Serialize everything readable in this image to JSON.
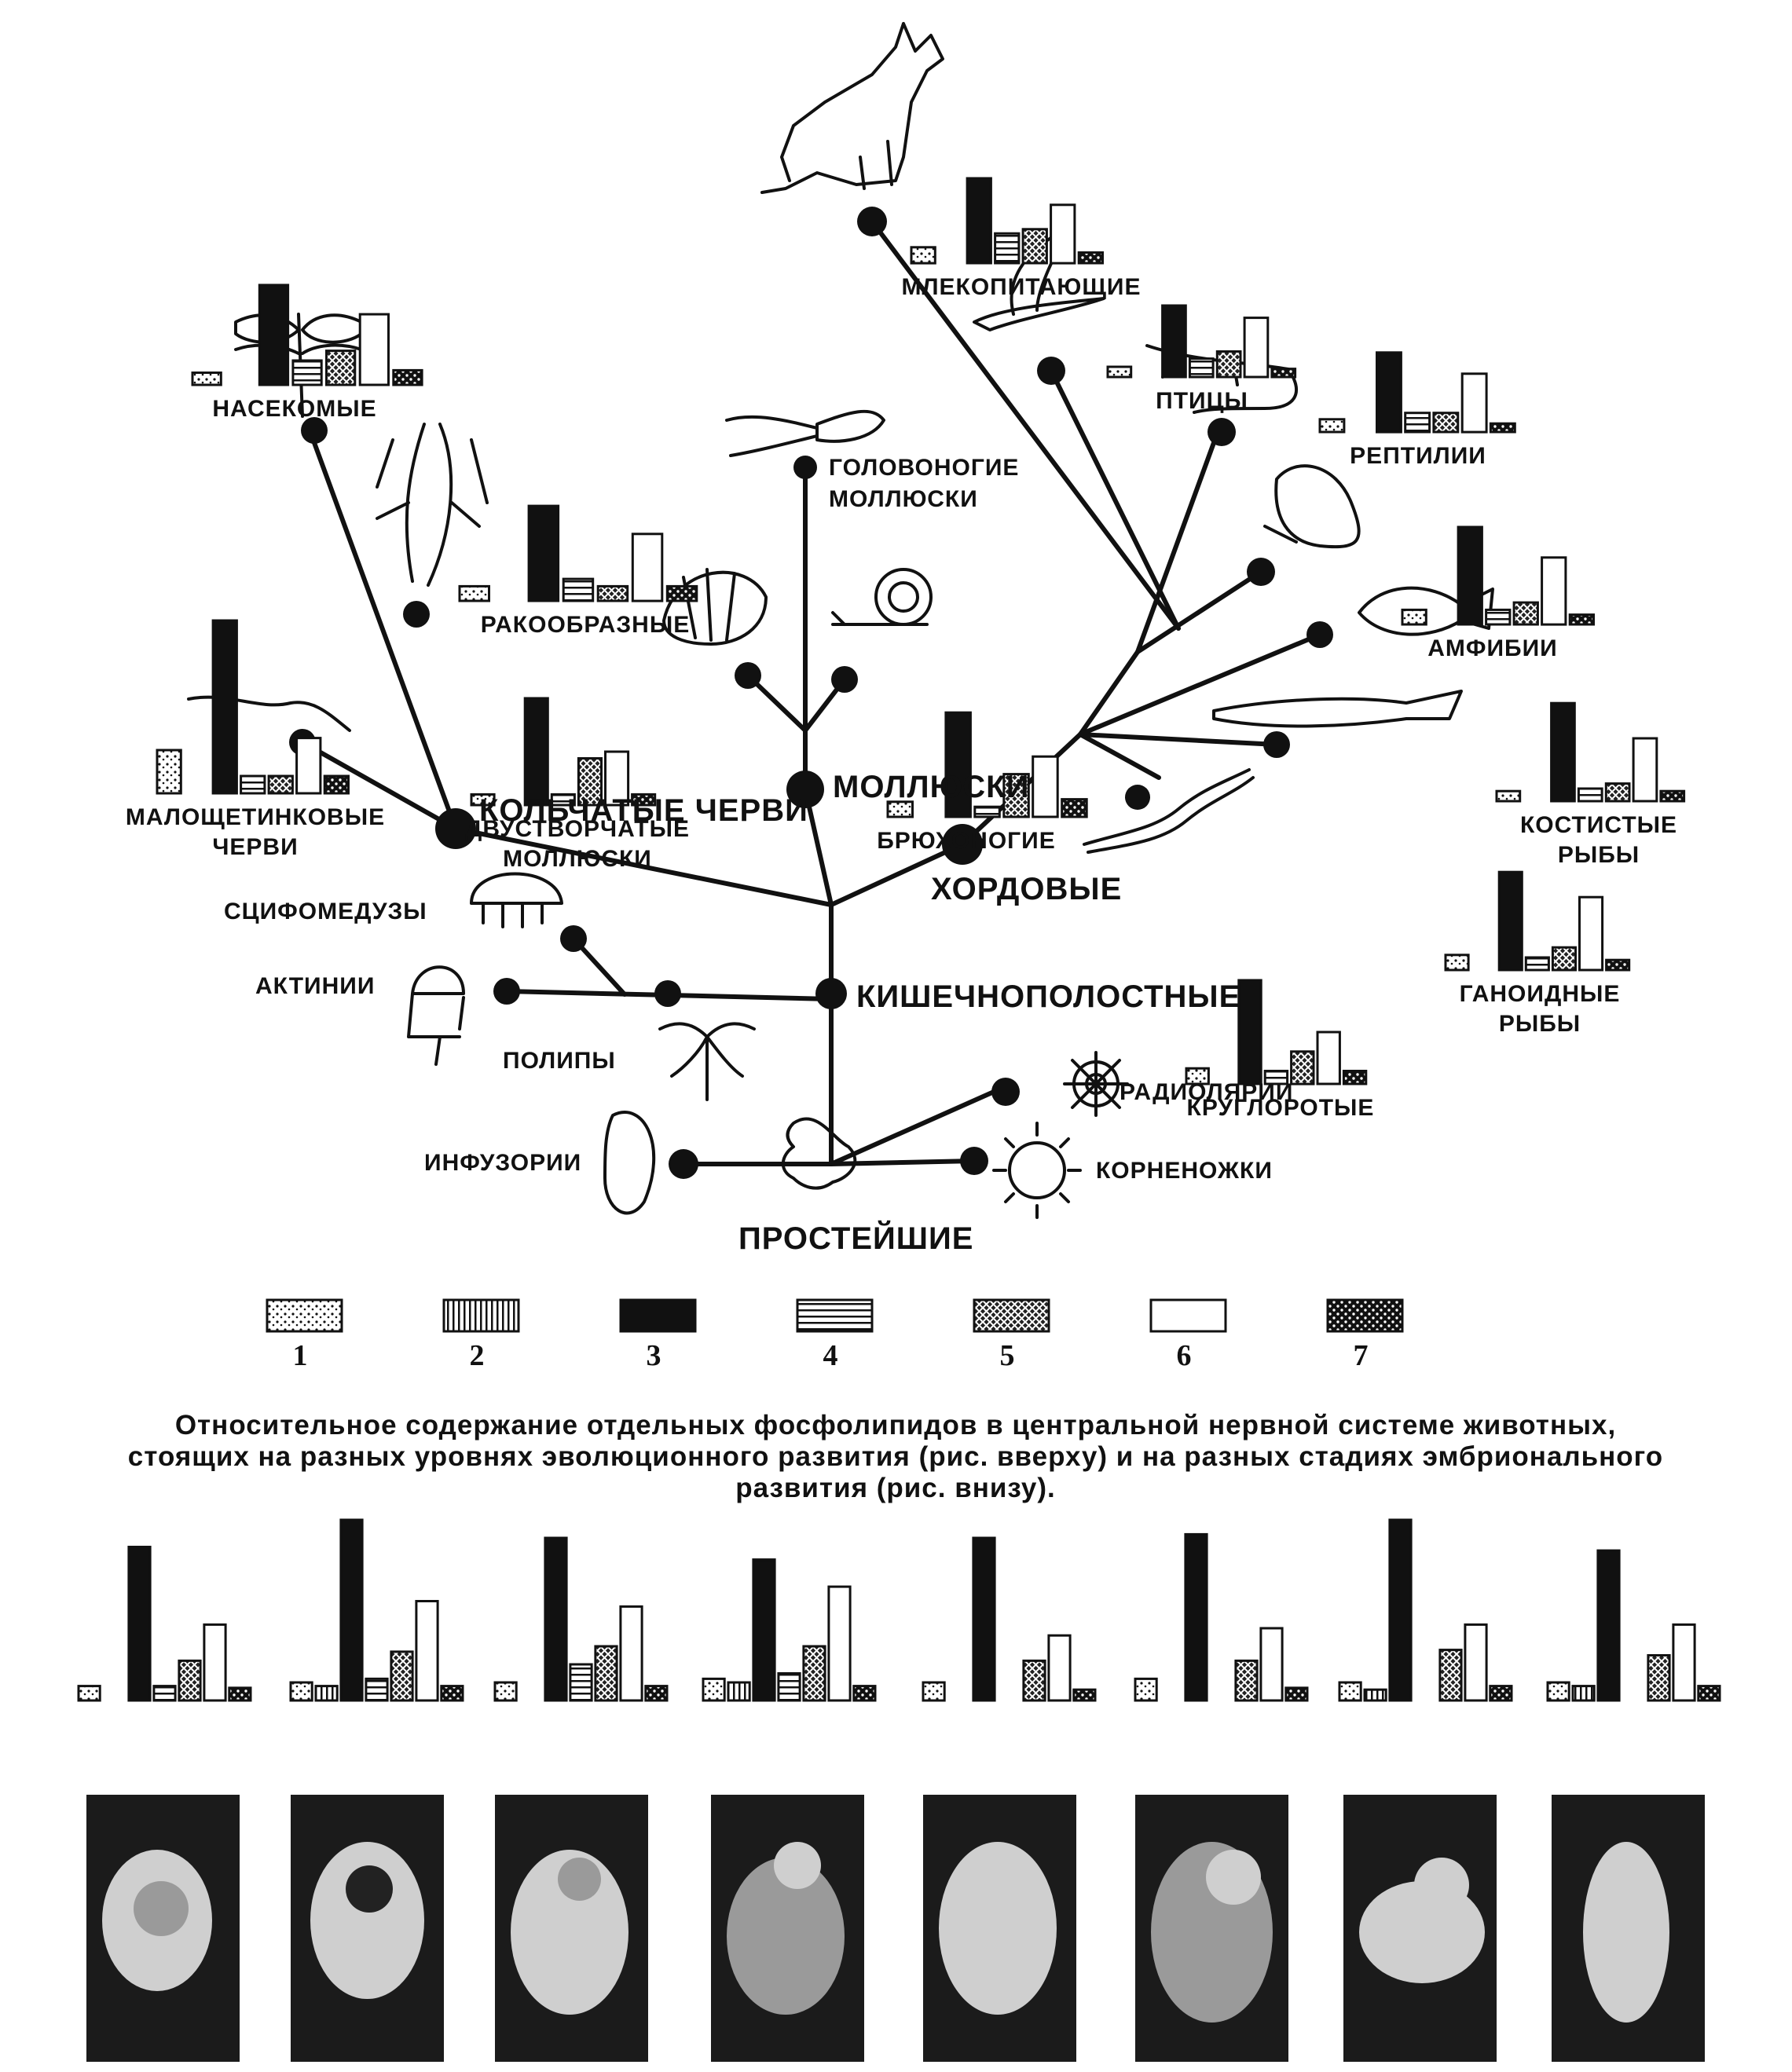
{
  "legend": [
    {
      "number": "1",
      "pattern": "dots"
    },
    {
      "number": "2",
      "pattern": "vertical-lines"
    },
    {
      "number": "3",
      "pattern": "black"
    },
    {
      "number": "4",
      "pattern": "horizontal-lines"
    },
    {
      "number": "5",
      "pattern": "crosshatch"
    },
    {
      "number": "6",
      "pattern": "white"
    },
    {
      "number": "7",
      "pattern": "black-dots"
    }
  ],
  "caption": "Относительное содержание отдельных фосфолипидов в центральной нервной системе животных, стоящих на разных уровнях эволюционного развития (рис. вверху) и на разных стадиях эмбрионального развития (рис. внизу).",
  "tree_labels": {
    "protozoa": "ПРОСТЕЙШИЕ",
    "infusoria": "ИНФУЗОРИИ",
    "radiolaria": "РАДИОЛЯРИИ",
    "rhizopoda": "КОРНЕНОЖКИ",
    "coelenterata": "КИШЕЧНОПОЛОСТНЫЕ",
    "scyphomedusae": "СЦИФОМЕДУЗЫ",
    "actinia": "АКТИНИИ",
    "polyps": "ПОЛИПЫ",
    "annelids": "КОЛЬЧАТЫЕ ЧЕРВИ",
    "mollusks": "МОЛЛЮСКИ",
    "chordates": "ХОРДОВЫЕ"
  },
  "chart_data": {
    "type": "bar",
    "categories": [
      "1",
      "2",
      "3",
      "4",
      "5",
      "6",
      "7"
    ],
    "ylim": [
      0,
      100
    ],
    "animal_groups": [
      {
        "id": "insects",
        "label": "НАСЕКОМЫЕ",
        "values": [
          10,
          0,
          82,
          20,
          28,
          58,
          12
        ]
      },
      {
        "id": "crustaceans",
        "label": "РАКООБРАЗНЫЕ",
        "values": [
          12,
          0,
          78,
          18,
          12,
          55,
          12
        ]
      },
      {
        "id": "oligochaetes",
        "label": "МАЛОЩЕТИНКОВЫЕ\nЧЕРВИ",
        "values": [
          25,
          0,
          100,
          10,
          10,
          32,
          10
        ]
      },
      {
        "id": "bivalves",
        "label": "ДВУСТВОРЧАТЫЕ\nМОЛЛЮСКИ",
        "values": [
          8,
          0,
          80,
          8,
          35,
          40,
          8
        ]
      },
      {
        "id": "cephalopods",
        "label": "ГОЛОВОНОГИЕ\nМОЛЛЮСКИ",
        "values": [],
        "chart_shown": false
      },
      {
        "id": "gastropods",
        "label": "БРЮХОНОГИЕ",
        "values": [
          12,
          0,
          83,
          8,
          34,
          48,
          14
        ]
      },
      {
        "id": "mammals",
        "label": "МЛЕКОПИТАЮЩИЕ",
        "values": [
          15,
          0,
          80,
          28,
          32,
          55,
          10
        ]
      },
      {
        "id": "birds",
        "label": "ПТИЦЫ",
        "values": [
          10,
          0,
          70,
          18,
          25,
          58,
          8
        ]
      },
      {
        "id": "reptiles",
        "label": "РЕПТИЛИИ",
        "values": [
          12,
          0,
          75,
          18,
          18,
          55,
          8
        ]
      },
      {
        "id": "amphibians",
        "label": "АМФИБИИ",
        "values": [
          12,
          0,
          80,
          12,
          18,
          55,
          8
        ]
      },
      {
        "id": "bony_fishes",
        "label": "КОСТИСТЫЕ\nРЫБЫ",
        "values": [
          8,
          0,
          78,
          10,
          14,
          50,
          8
        ]
      },
      {
        "id": "ganoid_fishes",
        "label": "ГАНОИДНЫЕ\nРЫБЫ",
        "values": [
          12,
          0,
          78,
          10,
          18,
          58,
          8
        ]
      },
      {
        "id": "cyclostomes",
        "label": "КРУГЛОРОТЫЕ",
        "values": [
          12,
          0,
          80,
          10,
          25,
          40,
          10
        ]
      }
    ],
    "embryo_stages": [
      {
        "values": [
          8,
          0,
          85,
          8,
          22,
          42,
          7
        ]
      },
      {
        "values": [
          10,
          8,
          100,
          12,
          27,
          55,
          8
        ]
      },
      {
        "values": [
          10,
          0,
          90,
          20,
          30,
          52,
          8
        ]
      },
      {
        "values": [
          12,
          10,
          78,
          15,
          30,
          63,
          8
        ]
      },
      {
        "values": [
          10,
          0,
          90,
          0,
          22,
          36,
          6
        ]
      },
      {
        "values": [
          12,
          0,
          92,
          0,
          22,
          40,
          7
        ]
      },
      {
        "values": [
          10,
          6,
          100,
          0,
          28,
          42,
          8
        ]
      },
      {
        "values": [
          10,
          8,
          83,
          0,
          25,
          42,
          8
        ]
      }
    ]
  }
}
